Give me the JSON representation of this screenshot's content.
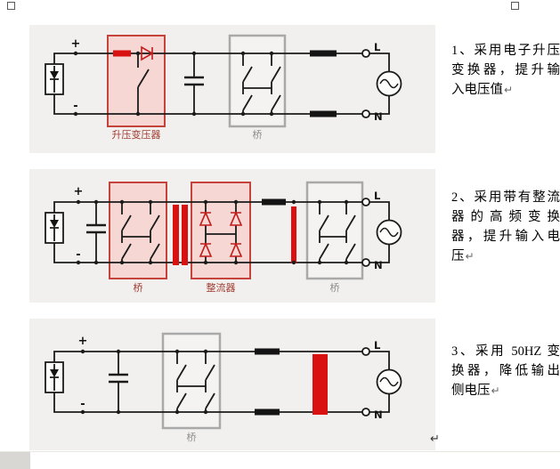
{
  "colors": {
    "highlight_red": "#d91111",
    "red_box_border": "#c5433a",
    "red_box_fill": "#f6d7d4",
    "gray_box_border": "#a9a9a9",
    "panel_bg": "#f1f0ee",
    "red_label": "#a23c31",
    "gray_label": "#8d8d8d"
  },
  "panels": [
    {
      "terminals": {
        "plus": "+",
        "minus": "-",
        "line": "L",
        "neutral": "N"
      },
      "boxes": [
        {
          "label": "升压变压器",
          "style": "red"
        },
        {
          "label": "桥",
          "style": "gray"
        }
      ]
    },
    {
      "terminals": {
        "plus": "+",
        "minus": "-",
        "line": "L",
        "neutral": "N"
      },
      "boxes": [
        {
          "label": "桥",
          "style": "red"
        },
        {
          "label": "整流器",
          "style": "red"
        },
        {
          "label": "桥",
          "style": "gray"
        }
      ]
    },
    {
      "terminals": {
        "plus": "+",
        "minus": "-",
        "line": "L",
        "neutral": "N"
      },
      "boxes": [
        {
          "label": "桥",
          "style": "gray"
        }
      ]
    }
  ],
  "annotations": [
    {
      "lines": [
        "1、采用电子升压",
        "变换器，提升输",
        "入电压值"
      ],
      "end_mark": "↵"
    },
    {
      "lines": [
        "2、采用带有整流",
        "器的高频变换",
        "器，提升输入电",
        "压"
      ],
      "end_mark": "↵"
    },
    {
      "lines": [
        "3、采用 50HZ 变",
        "换器，降低输出",
        "侧电压"
      ],
      "end_mark": "↵"
    }
  ],
  "trailing_mark": "↵"
}
